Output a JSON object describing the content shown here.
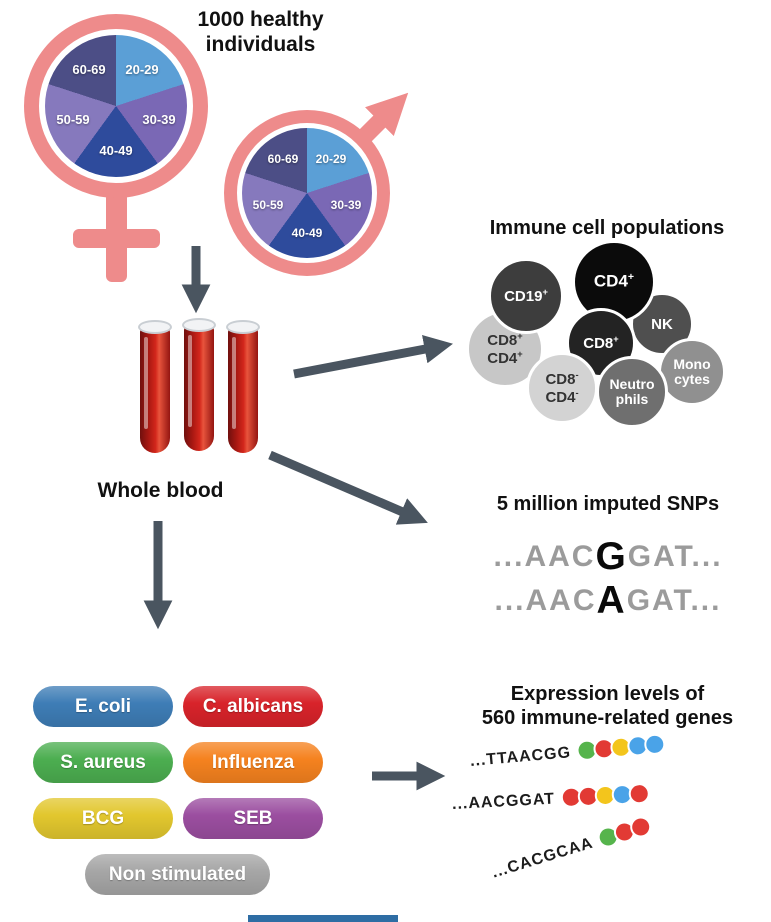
{
  "title_line1": "1000 healthy",
  "title_line2": "individuals",
  "demographics": {
    "age_groups": [
      "20-29",
      "30-39",
      "40-49",
      "50-59",
      "60-69"
    ],
    "segment_colors": [
      "#5b9fd6",
      "#7a68b5",
      "#2e4b9c",
      "#8679bd",
      "#4c4e86"
    ],
    "symbol_color": "#ee8b8b"
  },
  "whole_blood_label": "Whole blood",
  "immune": {
    "title": "Immune cell populations",
    "cells": [
      {
        "fill": "#3d3d3d",
        "lines": [
          {
            "base": "CD19",
            "sup": "+"
          }
        ]
      },
      {
        "fill": "#0b0b0b",
        "lines": [
          {
            "base": "CD4",
            "sup": "+"
          }
        ]
      },
      {
        "fill": "#4f4f4f",
        "lines": [
          {
            "base": "NK",
            "sup": ""
          }
        ]
      },
      {
        "fill": "#232323",
        "lines": [
          {
            "base": "CD8",
            "sup": "+"
          }
        ]
      },
      {
        "fill": "#c7c7c7",
        "lines": [
          {
            "base": "CD8",
            "sup": "+"
          },
          {
            "base": "CD4",
            "sup": "+"
          }
        ]
      },
      {
        "fill": "#d3d3d3",
        "lines": [
          {
            "base": "CD8",
            "sup": "-"
          },
          {
            "base": "CD4",
            "sup": "-"
          }
        ]
      },
      {
        "fill": "#6f6f6f",
        "lines": [
          {
            "base": "Neutro",
            "sup": ""
          },
          {
            "base": "phils",
            "sup": ""
          }
        ]
      },
      {
        "fill": "#909090",
        "lines": [
          {
            "base": "Mono",
            "sup": ""
          },
          {
            "base": "cytes",
            "sup": ""
          }
        ]
      }
    ]
  },
  "snps": {
    "title": "5 million imputed SNPs",
    "sequences": [
      {
        "prefix": "...AAC",
        "variant": "G",
        "suffix": "GAT..."
      },
      {
        "prefix": "...AAC",
        "variant": "A",
        "suffix": "GAT..."
      }
    ]
  },
  "stimuli": {
    "items": [
      {
        "label": "E. coli",
        "color": "#3e7db6"
      },
      {
        "label": "C. albicans",
        "color": "#d8232a"
      },
      {
        "label": "S. aureus",
        "color": "#4cae50"
      },
      {
        "label": "Influenza",
        "color": "#f5821f"
      },
      {
        "label": "BCG",
        "color": "#e2c72e"
      },
      {
        "label": "SEB",
        "color": "#9b4ea0"
      },
      {
        "label": "Non stimulated",
        "color": "#a6a6a6"
      }
    ]
  },
  "expression": {
    "title_line1": "Expression levels of",
    "title_line2": "560 immune-related genes",
    "rows": [
      {
        "sequence": "...TTAACGG",
        "dots": [
          "#56b44c",
          "#e23a34",
          "#f3c51c",
          "#4aa3e8",
          "#4aa3e8"
        ]
      },
      {
        "sequence": "...AACGGAT",
        "dots": [
          "#e23a34",
          "#e23a34",
          "#f3c51c",
          "#4aa3e8",
          "#e23a34"
        ]
      },
      {
        "sequence": "...CACGCAA",
        "dots": [
          "#56b44c",
          "#e23a34",
          "#e23a34"
        ]
      }
    ]
  }
}
